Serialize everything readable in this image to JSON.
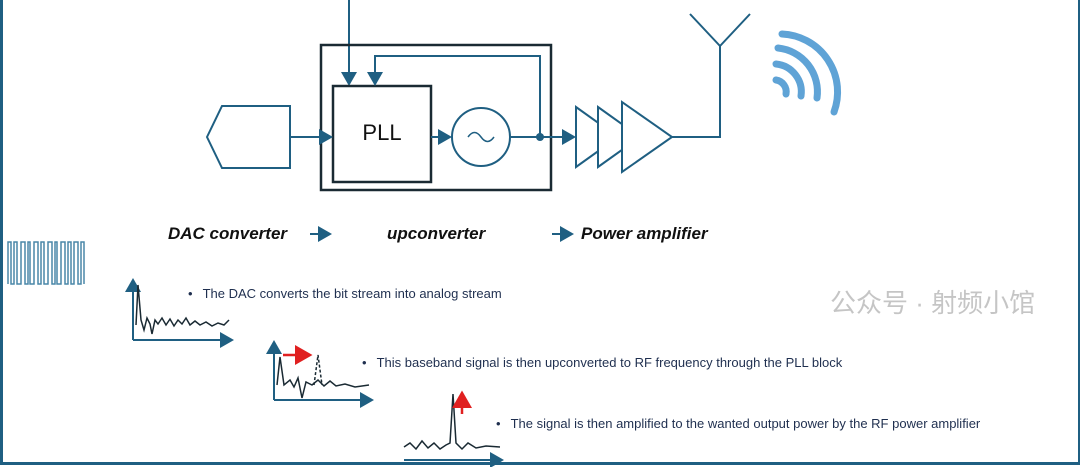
{
  "blocks": {
    "pll_label": "PLL"
  },
  "stage_labels": [
    "DAC converter",
    "upconverter",
    "Power amplifier"
  ],
  "bullets": [
    "The DAC converts the bit stream into analog stream",
    "This baseband signal is then upconverted to RF frequency through the PLL block",
    "The signal is then amplified to the wanted output power by the RF power amplifier"
  ],
  "watermark": "公众号 · 射频小馆",
  "colors": {
    "line": "#1f5f82",
    "box": "#1a2a33",
    "wave": "#5fa3d6",
    "arrow_red": "#e02020"
  }
}
